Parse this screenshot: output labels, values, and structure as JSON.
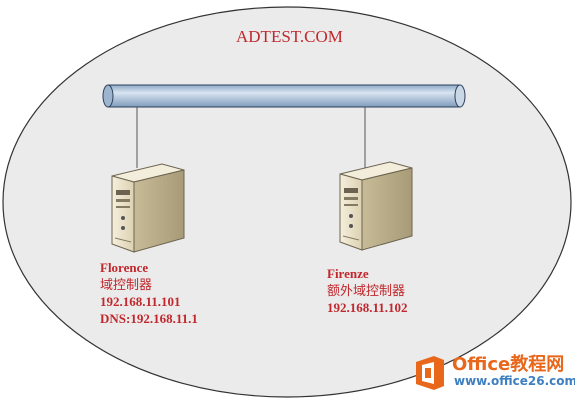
{
  "domain_name": "ADTEST.COM",
  "servers": [
    {
      "name": "Florence",
      "role": "域控制器",
      "ip": "192.168.11.101",
      "dns": "DNS:192.168.11.1"
    },
    {
      "name": "Firenze",
      "role": "额外域控制器",
      "ip": "192.168.11.102"
    }
  ],
  "watermark": {
    "title": "Office教程网",
    "url": "www.office26.com"
  },
  "colors": {
    "label": "#c0282d",
    "ellipse_fill": "#ebebeb",
    "bus_fill": "#aec4dc",
    "server_body": "#e9e1cb",
    "watermark_orange": "#e8671b",
    "watermark_blue": "#3e7fc1"
  }
}
